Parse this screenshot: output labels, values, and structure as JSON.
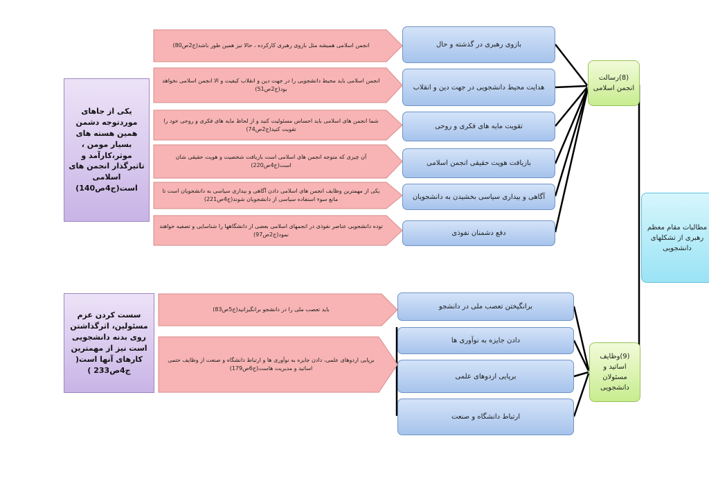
{
  "center": {
    "text": "مطالبات مقام معظم رهبری از تشکلهای دانشجویی"
  },
  "branch_top": {
    "node": "(8)رسالت انجمن اسلامی",
    "items": [
      {
        "label": "بازوی رهبری در گذشته و حال",
        "quote": "انجمن اسلامی همیشه مثل بازوی رهبری کارکرده ، حالا نیز همین طور باشد(ج2ص80)"
      },
      {
        "label": "هدایت محیط دانشجویی در جهت دین و انقلاب",
        "quote": "انجمن اسلامی باید محیط دانشجویی را در جهت دین و انقلاب کیفیت و الا انجمن اسلامی نخواهد بود(ج2ص51)"
      },
      {
        "label": "تقویت مایه های فکری و روحی",
        "quote": "شما انجمن های اسلامی باید احساس مسئولیت کنید و از لحاظ مایه های فکری و روحی خود را تقویت کنید(ج2ص74)"
      },
      {
        "label": "بازیافت هویت حقیقی انجمن اسلامی",
        "quote": "آن چیزی که متوجه انجمن های اسلامی است بازیافت شخصیت و هویت حقیقی شان است(ج4ص220)"
      },
      {
        "label": "آگاهی و بیداری سیاسی بخشیدن به دانشجویان",
        "quote": "یکی از مهمترین وظایف انجمن های اسلامی دادن آگاهی و بیداری سیاسی به دانشجویان است تا مانع سوء استفاده سیاسی از دانشجویان شوند(ج4ص221)"
      },
      {
        "label": "دفع دشمنان نفوذی",
        "quote": "توده دانشجویی عناصر نفوذی در انجمهای اسلامی بعضی از دانشگاهها را شناسایی و تصفیه خواهند نمود(ج2ص97)"
      }
    ],
    "side_note": "یکی از جاهای موردتوجه دشمن همین هسته های بسیار مومن ، موثر،کارآمد و تاثیرگذار انجمن های اسلامی است(ج4ص140)"
  },
  "branch_bottom": {
    "node": "(9)وظایف اساتید و مسئولان دانشجویی",
    "items": [
      {
        "label": "برانگیختن تعصب ملی در دانشجو"
      },
      {
        "label": "دادن جایزه به نوآوری ها"
      },
      {
        "label": "برپایی اردوهای علمی"
      },
      {
        "label": "ارتباط دانشگاه و صنعت"
      }
    ],
    "quotes": [
      "باید تعصب ملی را در دانشجو برانگیزانید(ج5ص83)",
      "برپایی اردوهای علمی، دادن جایزه به نوآوری ها و ارتباط دانشگاه و صنعت از وظایف حتمی اساتید و مدیریت هاست(ج6ص179)"
    ],
    "side_note": "سست کردن عزم مسئولین، اثرگذاشتن روی بدنه دانشجویی است نیز از مهمترین کارهای آنها است( ج4ص233 )"
  },
  "colors": {
    "blue": "#a6c3ec",
    "green": "#c8ec8f",
    "cyan": "#9ae3f5",
    "purple": "#c9b4e6",
    "pink": "#f8b4b4"
  }
}
